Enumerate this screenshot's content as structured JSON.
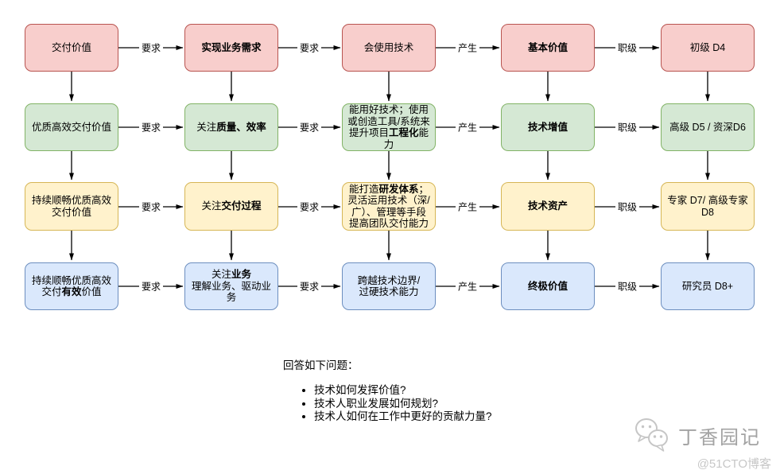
{
  "diagram": {
    "edge_labels": {
      "requirement": "要求",
      "produce": "产生",
      "rank": "职级"
    },
    "colors": {
      "row1_fill": "#f8cecc",
      "row1_stroke": "#b85450",
      "row2_fill": "#d5e8d4",
      "row2_stroke": "#82b366",
      "row3_fill": "#fff2cc",
      "row3_stroke": "#d6b656",
      "row4_fill": "#dae8fc",
      "row4_stroke": "#6c8ebf",
      "arrow": "#000000"
    },
    "boxes": {
      "r1c1": {
        "text": "交付价值"
      },
      "r1c2": {
        "bold": "实现业务需求"
      },
      "r1c3": {
        "text": "会使用技术"
      },
      "r1c4": {
        "bold": "基本价值"
      },
      "r1c5": {
        "text": "初级 D4"
      },
      "r2c1": {
        "text": "优质高效交付价值"
      },
      "r2c2": {
        "pre": "关注",
        "bold": "质量、效率"
      },
      "r2c3": {
        "pre": "能用好技术；使用或创造工具/系统来提升项目",
        "bold": "工程化",
        "post": "能力"
      },
      "r2c4": {
        "bold": "技术增值"
      },
      "r2c5": {
        "text": "高级 D5 / 资深D6"
      },
      "r3c1": {
        "text": "持续顺畅优质高效交付价值"
      },
      "r3c2": {
        "pre": "关注",
        "bold": "交付过程"
      },
      "r3c3": {
        "pre": "能打造",
        "bold": "研发体系",
        "post": "；灵活运用技术（深/广）、管理等手段提高团队交付能力"
      },
      "r3c4": {
        "bold": "技术资产"
      },
      "r3c5": {
        "text": "专家 D7/ 高级专家 D8"
      },
      "r4c1": {
        "pre": "持续顺畅优质高效交付",
        "bold": "有效",
        "post": "价值"
      },
      "r4c2": {
        "pre": "关注",
        "bold": "业务",
        "line2": "理解业务、驱动业务"
      },
      "r4c3": {
        "line1": "跨越技术边界/",
        "line2": "过硬技术能力"
      },
      "r4c4": {
        "bold": "终极价值"
      },
      "r4c5": {
        "text": "研究员 D8+"
      }
    }
  },
  "questions": {
    "title": "回答如下问题：",
    "items": [
      "技术如何发挥价值?",
      "技术人职业发展如何规划?",
      "技术人如何在工作中更好的贡献力量?"
    ]
  },
  "watermark": {
    "icon": "wechat-bubbles-icon",
    "name": "丁香园记",
    "credit": "@51CTO博客"
  }
}
